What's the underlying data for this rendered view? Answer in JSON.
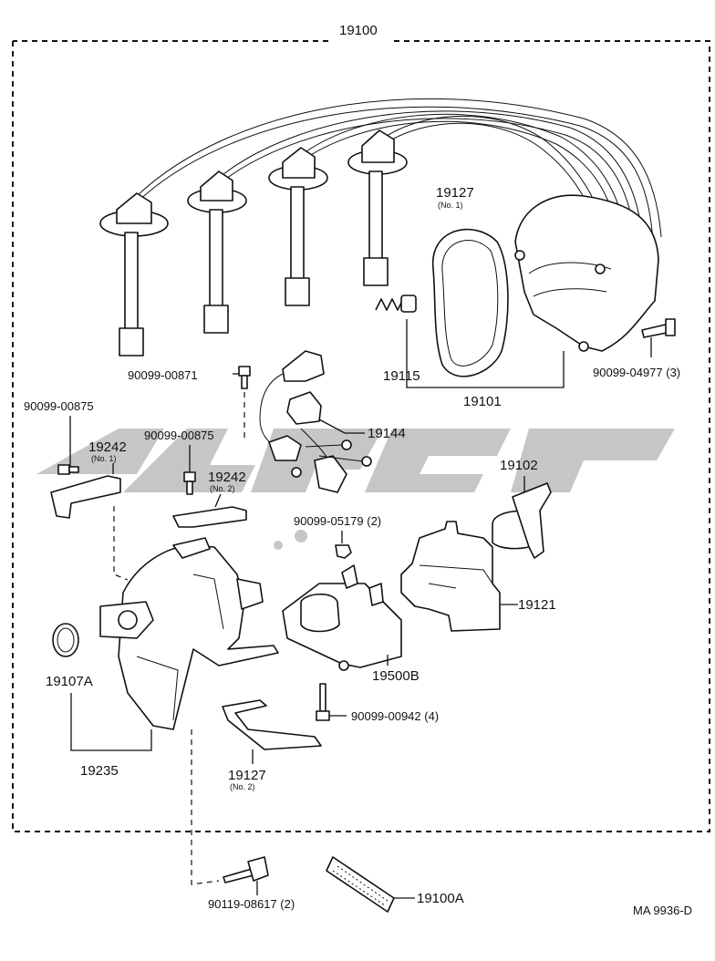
{
  "labels": {
    "assembly": "19100",
    "cap_gasket": "19127",
    "cap_gasket_sub": "(No. 1)",
    "carbon": "19115",
    "cap_group": "19101",
    "cap_bolt": "90099-04977 (3)",
    "bolt_871": "90099-00871",
    "bolt_875a": "90099-00875",
    "bracket1": "19242",
    "bracket1_sub": "(No. 1)",
    "bolt_875b": "90099-00875",
    "bracket2": "19242",
    "bracket2_sub": "(No. 2)",
    "sensor": "19144",
    "rotor": "19102",
    "nut_5179": "90099-05179 (2)",
    "cover": "19121",
    "oring": "19107A",
    "coil": "19500B",
    "screw_942": "90099-00942 (4)",
    "housing": "19235",
    "gasket2": "19127",
    "gasket2_sub": "(No. 2)",
    "bolt_8617": "90119-08617 (2)",
    "label_plate": "19100A",
    "drawing_code": "MA 9936-D"
  },
  "watermark_color": "#c4c4c4",
  "line_color": "#111111"
}
